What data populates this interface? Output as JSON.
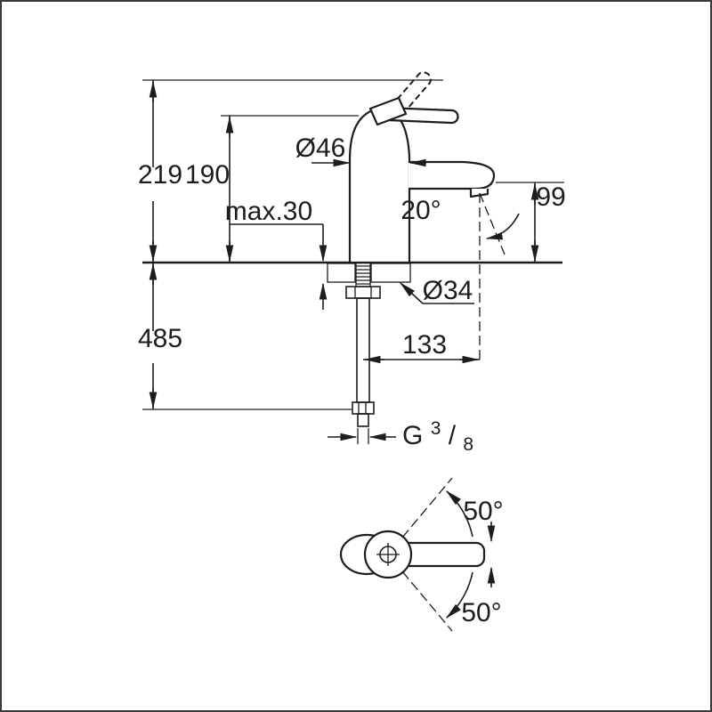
{
  "colors": {
    "background": "#ffffff",
    "line": "#1d1d1d"
  },
  "side_view": {
    "dim_total_height": "219",
    "dim_body_height": "190",
    "dim_body_diameter": "Ø46",
    "dim_max_mounting_thickness": "max.30",
    "dim_spout_angle": "20°",
    "dim_spout_height": "99",
    "dim_hose_length": "485",
    "dim_hole_diameter": "Ø34",
    "dim_spout_reach": "133",
    "thread": {
      "prefix": "G",
      "numerator": "3",
      "slash": "/",
      "denominator": "8"
    }
  },
  "top_view": {
    "dim_swivel_upper": "50°",
    "dim_swivel_lower": "50°"
  }
}
